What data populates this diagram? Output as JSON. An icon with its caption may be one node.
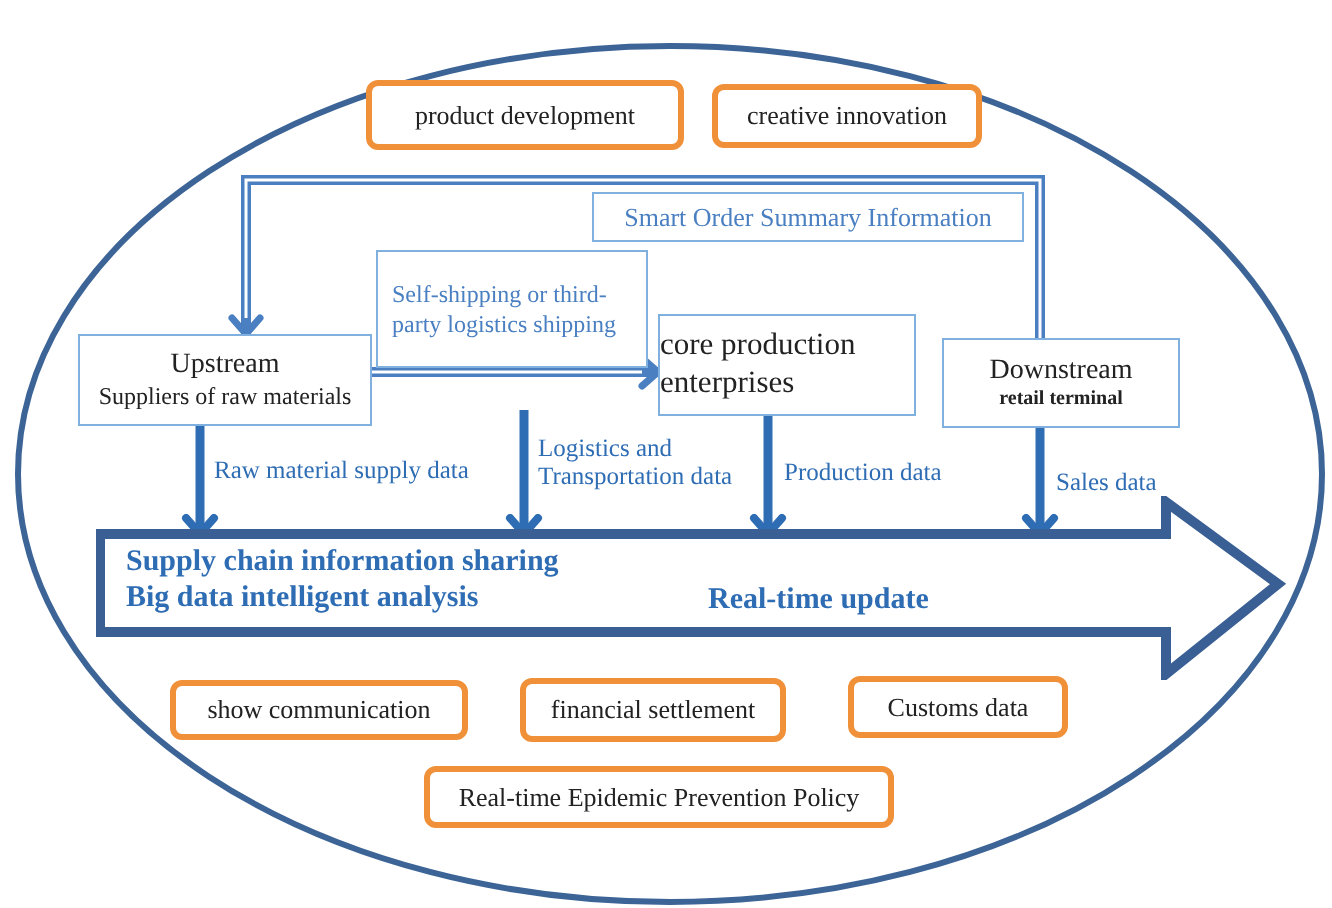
{
  "diagram": {
    "nodes": [
      {
        "text": [
          "product development"
        ]
      },
      {
        "text": [
          "creative innovation"
        ]
      },
      {
        "text": [
          "Smart Order Summary Information"
        ]
      },
      {
        "text": [
          "Self-shipping or third-party logistics shipping"
        ]
      },
      {
        "text": [
          "Upstream",
          "Suppliers of raw materials"
        ]
      },
      {
        "text": [
          "core production enterprises"
        ]
      },
      {
        "text": [
          "Downstream",
          "retail terminal"
        ]
      },
      {
        "text": [
          "Supply chain information sharing Big data intelligent analysis",
          "Real-time update"
        ]
      },
      {
        "text": [
          "show communication"
        ]
      },
      {
        "text": [
          "financial settlement"
        ]
      },
      {
        "text": [
          "Customs data"
        ]
      },
      {
        "text": [
          "Real-time Epidemic Prevention Policy"
        ]
      }
    ],
    "edges": [
      {
        "from": 6,
        "to": 4,
        "arrow": "to"
      },
      {
        "from": 4,
        "to": 5,
        "arrow": "to"
      },
      {
        "from": 4,
        "to": 7,
        "arrow": "to",
        "label": "Raw material supply data"
      },
      {
        "from": null,
        "to": 7,
        "arrow": "to",
        "label": "Logistics and Transportation data"
      },
      {
        "from": 5,
        "to": 7,
        "arrow": "to",
        "label": "Production data"
      },
      {
        "from": 6,
        "to": 7,
        "arrow": "to",
        "label": "Sales data"
      }
    ]
  }
}
